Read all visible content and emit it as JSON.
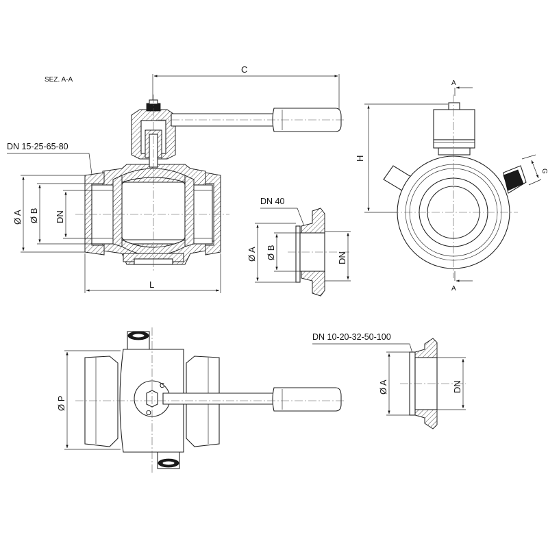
{
  "labels": {
    "section": "SEZ. A-A",
    "dim_c": "C",
    "dim_l": "L",
    "dim_h": "H",
    "dim_g": "G",
    "sec_a_top": "A",
    "sec_a_bottom": "A",
    "dn_main": "DN  15-25-65-80",
    "dn_40": "DN  40",
    "dn_small": "DN  10-20-32-50-100",
    "phi_a": "Ø A",
    "phi_b": "Ø B",
    "phi_p": "Ø P",
    "dn": "DN",
    "c_mark": "C",
    "o_mark": "O"
  }
}
